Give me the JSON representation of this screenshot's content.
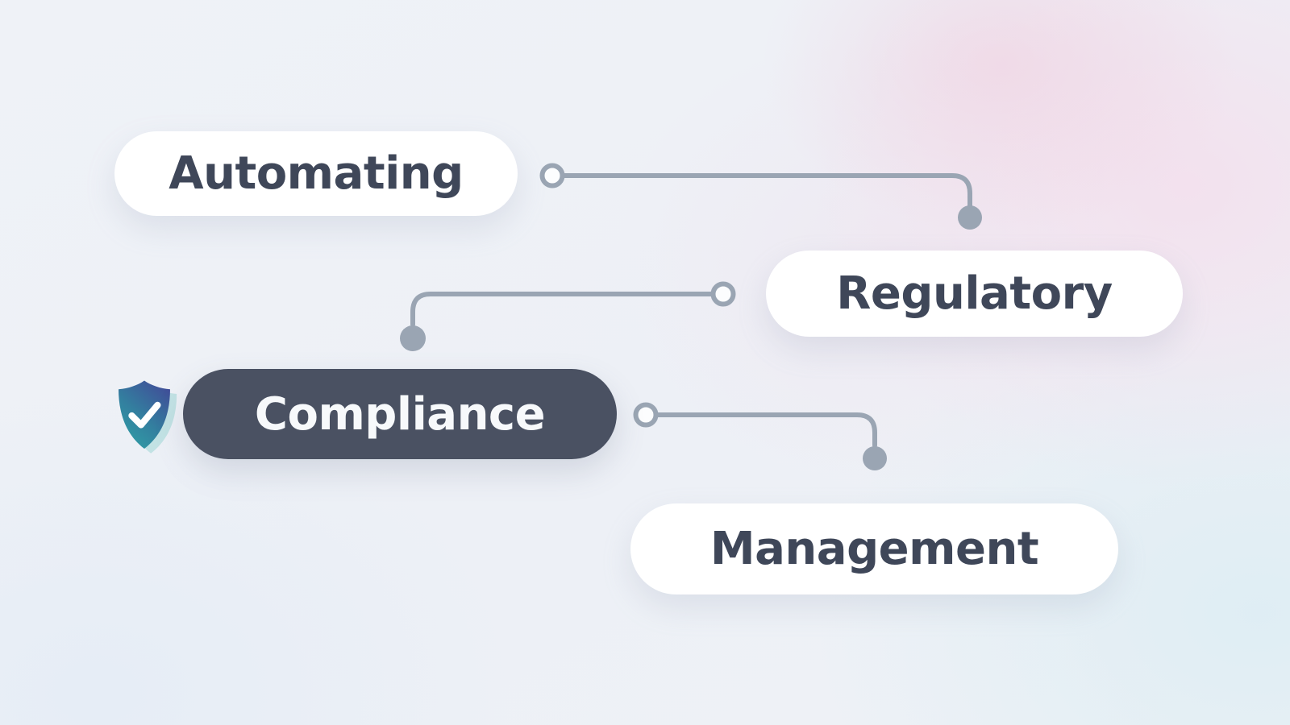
{
  "pills": [
    {
      "id": "automating",
      "label": "Automating",
      "variant": "light"
    },
    {
      "id": "regulatory",
      "label": "Regulatory",
      "variant": "light"
    },
    {
      "id": "compliance",
      "label": "Compliance",
      "variant": "dark"
    },
    {
      "id": "management",
      "label": "Management",
      "variant": "light"
    }
  ],
  "icons": [
    {
      "name": "shield-check-icon",
      "glyph": "✓",
      "meaning": "compliance verified shield badge"
    }
  ],
  "connectors": [
    {
      "from": "automating",
      "to": "regulatory",
      "start_node": "open-ring",
      "end_node": "filled-dot"
    },
    {
      "from": "regulatory",
      "to": "compliance",
      "start_node": "open-ring",
      "end_node": "filled-dot"
    },
    {
      "from": "compliance",
      "to": "management",
      "start_node": "open-ring",
      "end_node": "filled-dot"
    }
  ],
  "colors": {
    "canvas_base": "#eef1f6",
    "blush_tint": "#f3e2ee",
    "cyan_tint": "#ddeaf2",
    "pill_light_bg": "#ffffff",
    "pill_text_dark": "#3f4759",
    "pill_dark_bg": "#4a5162",
    "pill_dark_text": "#f7f9fb",
    "connector_line": "#9aa5b3",
    "shield_gradient_top": "#414c98",
    "shield_gradient_bottom": "#2f9fa5",
    "shield_echo": "#b7dee0",
    "check_mark": "#ffffff"
  }
}
